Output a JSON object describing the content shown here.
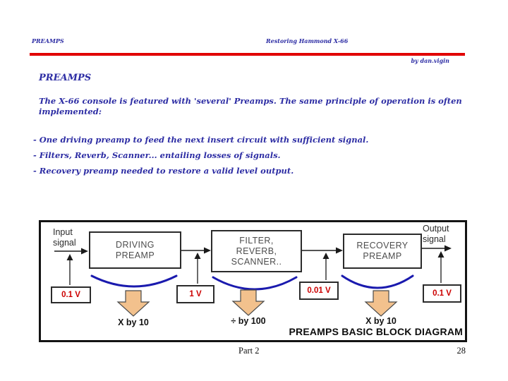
{
  "header": {
    "left_title": "PREAMPS",
    "center_title": "Restoring Hammond X-66",
    "byline": "by dan.vigin"
  },
  "body": {
    "heading": "PREAMPS",
    "intro": "The X-66 console is featured with 'several' Preamps. The same principle of operation is often implemented:",
    "bullets": [
      "- One driving preamp to feed the next insert circuit with sufficient signal.",
      "- Filters, Reverb, Scanner... entailing losses of signals.",
      "- Recovery preamp needed to restore a valid level output."
    ]
  },
  "diagram": {
    "caption": "PREAMPS BASIC BLOCK DIAGRAM",
    "input_label": {
      "line1": "Input",
      "line2": "signal"
    },
    "output_label": {
      "line1": "Output",
      "line2": "signal"
    },
    "blocks": [
      {
        "lines": [
          "DRIVING",
          "PREAMP"
        ]
      },
      {
        "lines": [
          "FILTER,",
          "REVERB,",
          "SCANNER.."
        ]
      },
      {
        "lines": [
          "RECOVERY",
          "PREAMP"
        ]
      }
    ],
    "voltages": [
      "0.1 V",
      "1 V",
      "0.01 V",
      "0.1 V"
    ],
    "gains": [
      "X by 10",
      "÷ by 100",
      "X by 10"
    ]
  },
  "footer": {
    "section": "Part 2",
    "page_number": "28"
  },
  "colors": {
    "accent_text": "#2d2da4",
    "header_rule": "#e10000",
    "voltage_text": "#cc0000",
    "brace_arc": "#1a1aae",
    "block_arrow_fill": "#f2c18d"
  }
}
